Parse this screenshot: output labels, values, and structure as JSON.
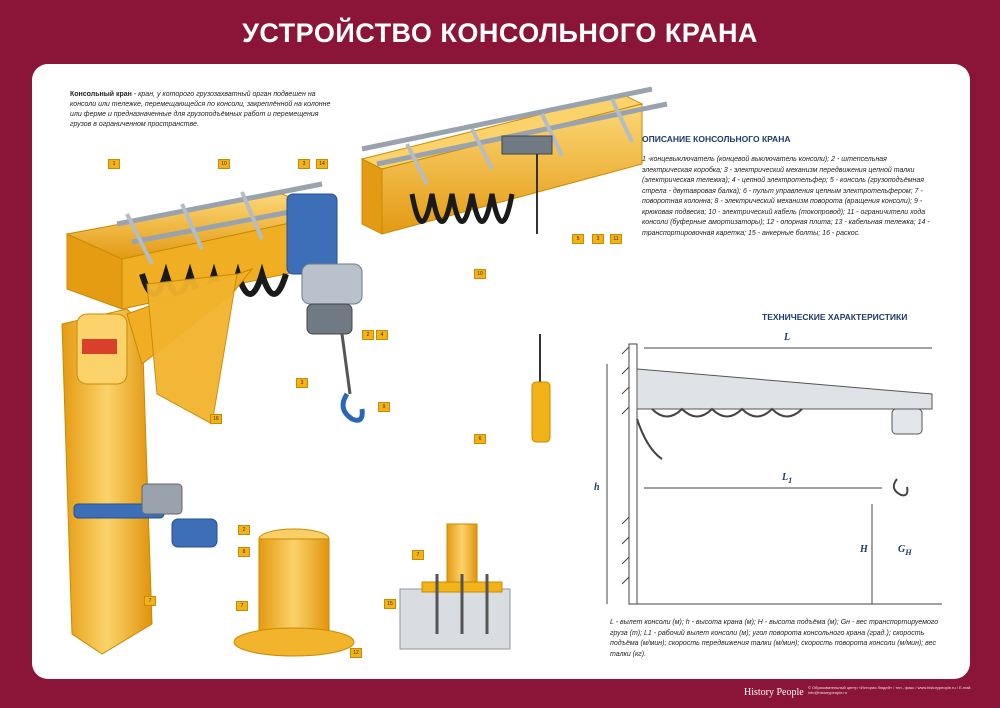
{
  "title": "УСТРОЙСТВО КОНСОЛЬНОГО КРАНА",
  "intro": {
    "term": "Консольный кран",
    "text": " - кран, у которого грузозахватный орган подвешен на консоли или тележке, перемещающейся по консоли, закреплённой на колонне или ферме и предназначенные для грузоподъёмных работ и перемещения грузов в ограниченном пространстве."
  },
  "description_title": "ОПИСАНИЕ КОНСОЛЬНОГО КРАНА",
  "description_text": "1 -концевыключатель (концевой выключатель консоли); 2 - штепсельная электрическая коробка; 3 - электрический механизм передвижения цепной талки (электрическая тележка); 4 - цепной электротельфер; 5 - консоль (грузоподъёмная стрела - двутавровая балка); 6 - пульт управления цепным электротельфером; 7 - поворотная колонна; 8 - электрический механизм поворота (вращения консоли); 9 - крюковая подвеска; 10 - электрический кабель (токопровод); 11 - ограничители хода консоли (буферные амортизаторы); 12 - опорная плита; 13 - кабельная тележка; 14 - транспортировочная каретка; 15 - анкерные болты; 16 - раскос.",
  "tech_title": "ТЕХНИЧЕСКИЕ ХАРАКТЕРИСТИКИ",
  "legend_text": "L - вылет консоли (м); h - высота крана (м); H - высота подъёма (м); Gн - вес транспортируемого груза (т); L1 - рабочий вылет консоли (м); угол поворота консольного крана (град.); скорость подъёма (м/мин); скорость передвижения талки (м/мин); скорость поворота консоли (м/мин); вес талки (кг).",
  "dims": {
    "L": "L",
    "L1": "L",
    "L1_sub": "1",
    "h": "h",
    "H": "H",
    "G": "G",
    "G_sub": "H"
  },
  "brand": "History People",
  "contacts": "© Образовательный центр «История Людей» / тел., факс / www.historypeople.ru / E-mail: info@historypeople.ru",
  "callouts": {
    "t1": "1",
    "t10a": "10",
    "t3a": "3",
    "t14": "14",
    "t4": "4",
    "t2a": "2",
    "t3b": "3",
    "t16": "16",
    "t9": "9",
    "t2b": "2",
    "t8": "8",
    "t7a": "7",
    "t7b": "7",
    "t12": "12",
    "t10b": "10",
    "t6": "6",
    "t5": "5",
    "t3c": "3",
    "t11": "11",
    "t7c": "7",
    "t15": "15"
  },
  "colors": {
    "frame": "#8a1538",
    "crane": "#f2b319",
    "motor": "#3d6fb8",
    "accent": "#1e3b70"
  }
}
